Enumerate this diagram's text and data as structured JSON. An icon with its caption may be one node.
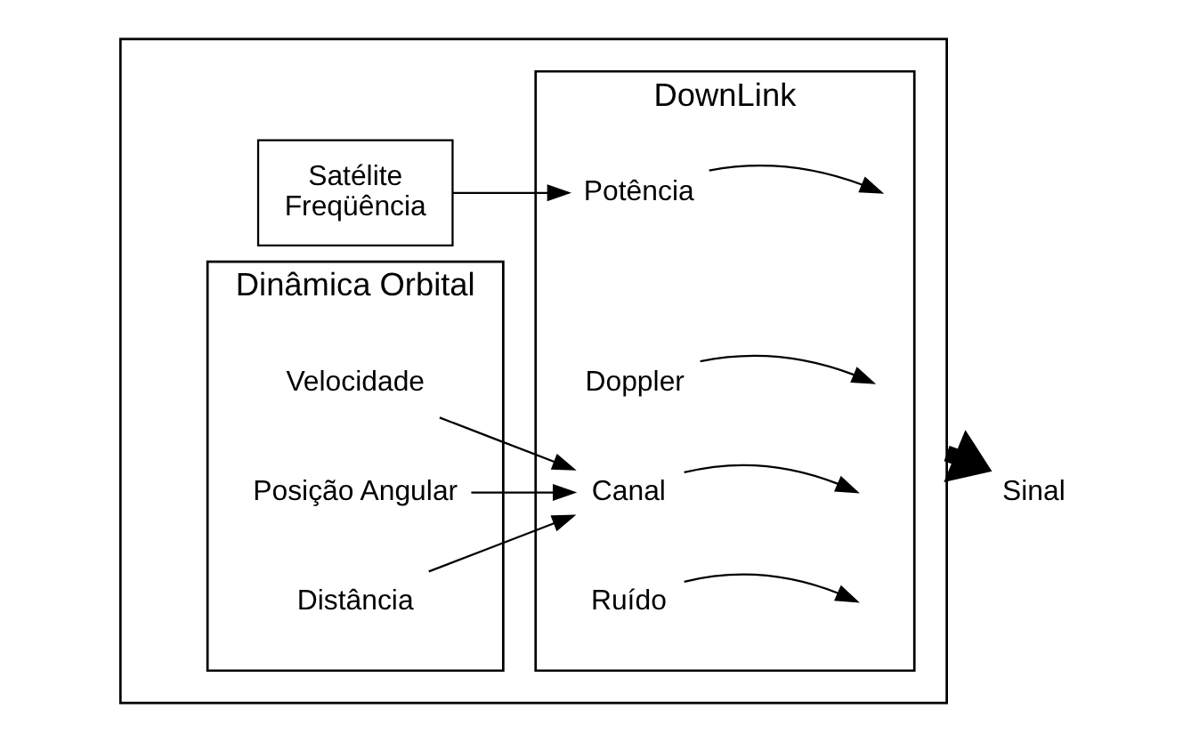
{
  "diagram": {
    "nodes": [
      {
        "text": [],
        "shape": "box"
      },
      {
        "text": [
          "Satélite",
          "Freqüência"
        ],
        "in": 0
      },
      {
        "text": [
          "Dinâmica Orbital"
        ],
        "in": 0
      },
      {
        "text": [
          "Velocidade"
        ],
        "in": 2
      },
      {
        "text": [
          "Posição Angular"
        ],
        "in": 2
      },
      {
        "text": [
          "Distância"
        ],
        "in": 2
      },
      {
        "text": [
          "DownLink"
        ],
        "in": 0
      },
      {
        "text": [
          "Potência"
        ],
        "in": 6
      },
      {
        "text": [
          "Doppler"
        ],
        "in": 6
      },
      {
        "text": [
          "Canal"
        ],
        "in": 6
      },
      {
        "text": [
          "Ruído"
        ],
        "in": 6
      },
      {
        "text": [
          "Sinal"
        ]
      }
    ],
    "edges": [
      {
        "from": 1,
        "to": 7,
        "arrow": "to"
      },
      {
        "from": 3,
        "to": 9,
        "arrow": "to"
      },
      {
        "from": 4,
        "to": 9,
        "arrow": "to"
      },
      {
        "from": 5,
        "to": 9,
        "arrow": "to"
      },
      {
        "from": 7,
        "to": null,
        "arrow": "to"
      },
      {
        "from": 8,
        "to": null,
        "arrow": "to"
      },
      {
        "from": 9,
        "to": null,
        "arrow": "to"
      },
      {
        "from": 10,
        "to": null,
        "arrow": "to"
      },
      {
        "from": 0,
        "to": 11,
        "arrow": "to",
        "style": "thick"
      }
    ]
  }
}
